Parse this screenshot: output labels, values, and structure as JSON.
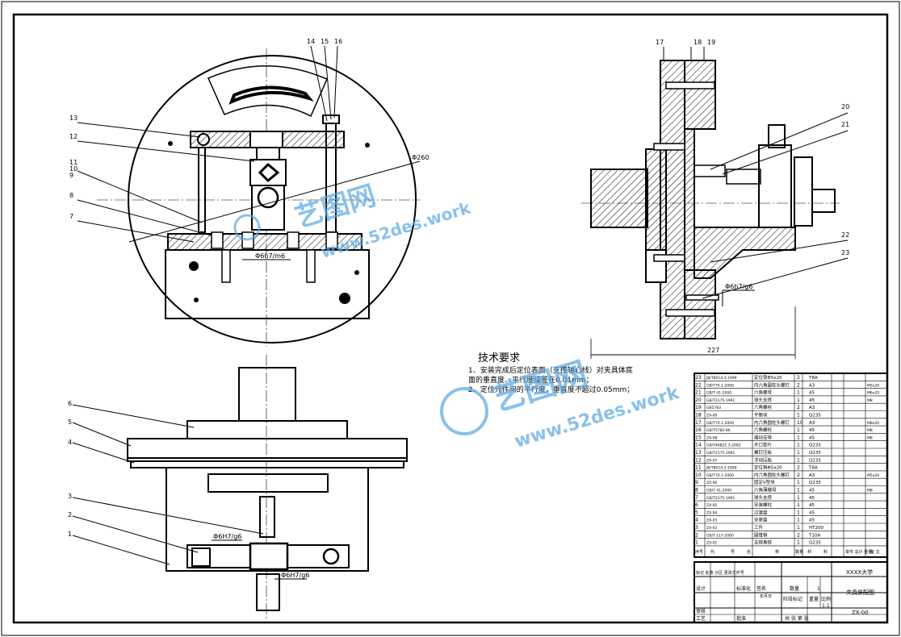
{
  "balloons": {
    "front_left": [
      "13",
      "12",
      "11",
      "10",
      "9",
      "8",
      "7"
    ],
    "front_top": [
      "14",
      "15",
      "16"
    ],
    "side_top": [
      "17",
      "18",
      "19"
    ],
    "side_right": [
      "20",
      "21",
      "22",
      "23"
    ],
    "bottom_left": [
      "6",
      "5",
      "4",
      "3",
      "2",
      "1"
    ]
  },
  "dimensions": {
    "dia260": "Φ260",
    "fit_front": "Φ6h7/m6",
    "fit_side": "Φ6h7/g6",
    "fit_bottom_a": "Φ6H7/g6",
    "fit_bottom_b": "Φ6H7/g6",
    "length_227": "227"
  },
  "tech_req": {
    "title": "技术要求",
    "line1": "1、安装完成后定位表面（支撑轴心线）对夹具体底",
    "line2": "面的垂直度、平行度误差在0.01mm；",
    "line3": "2、定位元件间的平行度，垂直度不超过0.05mm；"
  },
  "bom": {
    "rows": [
      {
        "no": "23",
        "code": "JB/T8014.3-1999",
        "name": "定位销Φ5x20",
        "qty": "2",
        "mat": "T8A",
        "note": ""
      },
      {
        "no": "22",
        "code": "GB/T70.1-2000",
        "name": "内六角圆柱头螺钉",
        "qty": "2",
        "mat": "A3",
        "note": "M5x20"
      },
      {
        "no": "21",
        "code": "GB/T 41-2000",
        "name": "六角螺母",
        "qty": "1",
        "mat": "45",
        "note": "M6x20"
      },
      {
        "no": "20",
        "code": "GB/T2175-1991",
        "name": "球头支撑",
        "qty": "1",
        "mat": "45",
        "note": "M8"
      },
      {
        "no": "19",
        "code": "GB5783",
        "name": "六角螺栓",
        "qty": "2",
        "mat": "A3",
        "note": ""
      },
      {
        "no": "18",
        "code": "ZX-09",
        "name": "平衡块",
        "qty": "1",
        "mat": "Q235",
        "note": ""
      },
      {
        "no": "17",
        "code": "GB/T70.1-2000",
        "name": "内六角圆柱头螺钉",
        "qty": "10",
        "mat": "A3",
        "note": "M8x20"
      },
      {
        "no": "16",
        "code": "GB/T5782-86",
        "name": "六角螺栓",
        "qty": "1",
        "mat": "45",
        "note": "M8"
      },
      {
        "no": "15",
        "code": "ZX-08",
        "name": "摆动支撑",
        "qty": "1",
        "mat": "45",
        "note": "M8"
      },
      {
        "no": "14",
        "code": "GB/T46822.3-2002",
        "name": "开口垫片",
        "qty": "1",
        "mat": "Q235",
        "note": ""
      },
      {
        "no": "13",
        "code": "GB/T2175-1991",
        "name": "螺钉压板",
        "qty": "1",
        "mat": "Q235",
        "note": ""
      },
      {
        "no": "12",
        "code": "ZX-07",
        "name": "浮动压板",
        "qty": "1",
        "mat": "Q235",
        "note": ""
      },
      {
        "no": "11",
        "code": "JB/T8014.3-1999",
        "name": "定位销Φ5x20",
        "qty": "2",
        "mat": "T8A",
        "note": ""
      },
      {
        "no": "10",
        "code": "GB/T70.1-2000",
        "name": "内六角圆柱头螺钉",
        "qty": "2",
        "mat": "A3",
        "note": "M5x20"
      },
      {
        "no": "9",
        "code": "ZX-06",
        "name": "固定V型块",
        "qty": "1",
        "mat": "Q235",
        "note": ""
      },
      {
        "no": "8",
        "code": "GB/T 41-2000",
        "name": "六角薄螺母",
        "qty": "1",
        "mat": "45",
        "note": "M8"
      },
      {
        "no": "7",
        "code": "GB/T2175-1991",
        "name": "球头支撑",
        "qty": "1",
        "mat": "45",
        "note": ""
      },
      {
        "no": "6",
        "code": "ZX-05",
        "name": "安装螺柱",
        "qty": "1",
        "mat": "45",
        "note": ""
      },
      {
        "no": "5",
        "code": "ZX-04",
        "name": "过渡盘",
        "qty": "1",
        "mat": "45",
        "note": ""
      },
      {
        "no": "4",
        "code": "ZX-03",
        "name": "安装盘",
        "qty": "1",
        "mat": "45",
        "note": ""
      },
      {
        "no": "3",
        "code": "ZX-02",
        "name": "工件",
        "qty": "1",
        "mat": "HT200",
        "note": ""
      },
      {
        "no": "2",
        "code": "GB/T 117-2000",
        "name": "圆锥销",
        "qty": "2",
        "mat": "T10A",
        "note": ""
      },
      {
        "no": "1",
        "code": "ZX-01",
        "name": "支撑角铁",
        "qty": "1",
        "mat": "Q235",
        "note": ""
      }
    ],
    "header": [
      "序号",
      "代",
      "号",
      "名",
      "称",
      "数量",
      "材",
      "料",
      "单件 总计 重量",
      "备 注"
    ]
  },
  "title_block": {
    "school": "XXXX大学",
    "drawing_name": "夹具装配图",
    "drawing_no": "ZX-00",
    "qty_label": "数量",
    "qty_value": "1",
    "scale_label": "比例",
    "scale_value": "1:1",
    "weight_label": "重量",
    "stage_label": "阶段标记",
    "sheet_total": "共 张 第 张",
    "design_label": "设计",
    "std_label": "标准化",
    "sign_label": "签名",
    "date_label": "年月日",
    "review_label": "审核",
    "process_label": "工艺",
    "approve_label": "批准",
    "change_label": "标记 处数 分区 更改文件号"
  },
  "watermark": {
    "cn": "艺图网",
    "url": "www.52des.work"
  },
  "colors": {
    "line": "#000000",
    "hatch": "#000000",
    "watermark": "#5aa7e0"
  }
}
